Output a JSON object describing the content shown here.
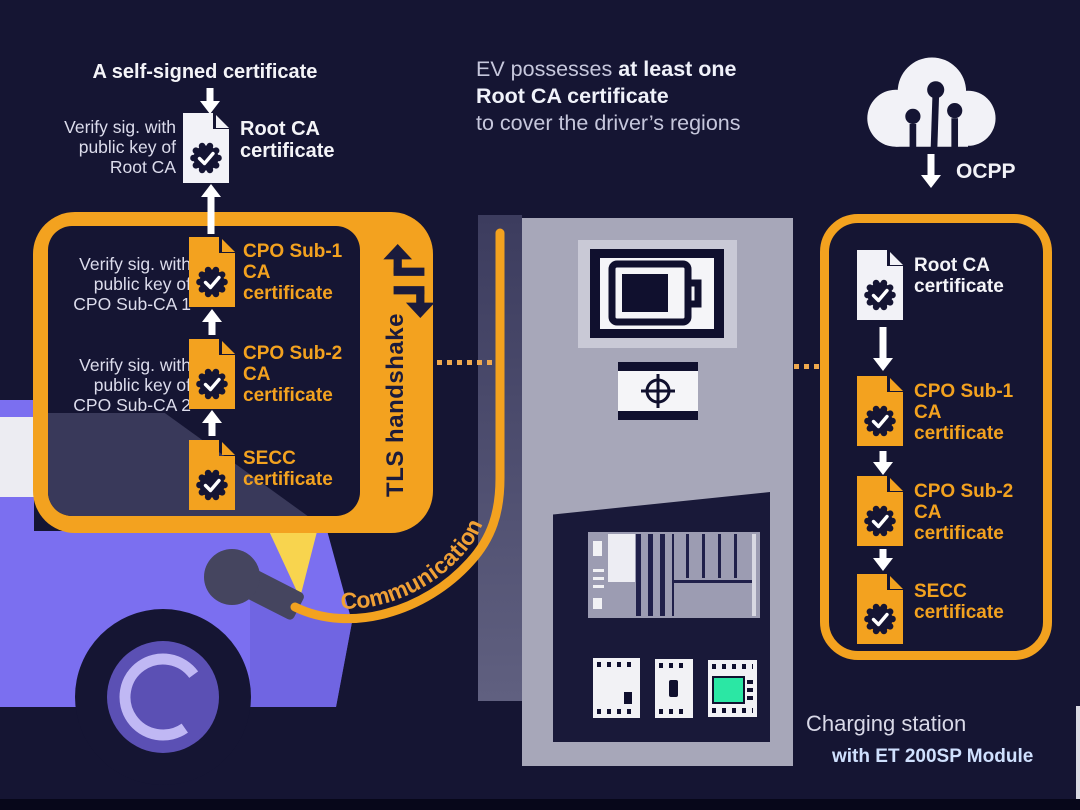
{
  "palette": {
    "background": "#151533",
    "accent_orange": "#f3a21f",
    "car_purple": "#7b6ff0",
    "station_gray": "#a7a7b9",
    "screen_green": "#2be7a4",
    "text_light": "#c6c7dc",
    "text_white": "#f4f4f8"
  },
  "top_flow": {
    "title": "A self-signed certificate",
    "verify": [
      "Verify sig. with",
      "public key of",
      "Root CA"
    ],
    "cert": [
      "Root CA",
      "certificate"
    ]
  },
  "left_box": {
    "tls_label": "TLS handshake",
    "rows": [
      {
        "verify": [
          "Verify sig. with",
          "public key of",
          "CPO Sub-CA 1"
        ],
        "cert": [
          "CPO Sub-1 CA",
          "certificate"
        ]
      },
      {
        "verify": [
          "Verify sig. with",
          "public key of",
          "CPO Sub-CA 2"
        ],
        "cert": [
          "CPO Sub-2 CA",
          "certificate"
        ]
      },
      {
        "cert": [
          "SECC",
          "certificate"
        ]
      }
    ]
  },
  "heading": {
    "l1_regular": "EV possesses ",
    "l1_bold": "at least one",
    "l2_bold": "Root CA certificate",
    "l3_regular": "to cover the driver’s regions"
  },
  "cloud": {
    "label": "OCPP"
  },
  "right_box": {
    "items": [
      {
        "cert": [
          "Root CA",
          "certificate"
        ],
        "style": "white"
      },
      {
        "cert": [
          "CPO Sub-1 CA",
          "certificate"
        ],
        "style": "orange"
      },
      {
        "cert": [
          "CPO Sub-2 CA",
          "certificate"
        ],
        "style": "orange"
      },
      {
        "cert": [
          "SECC",
          "certificate"
        ],
        "style": "orange"
      }
    ]
  },
  "cable": {
    "label": "Communication"
  },
  "captions": {
    "station": "Charging station",
    "module": "with ET 200SP Module"
  }
}
